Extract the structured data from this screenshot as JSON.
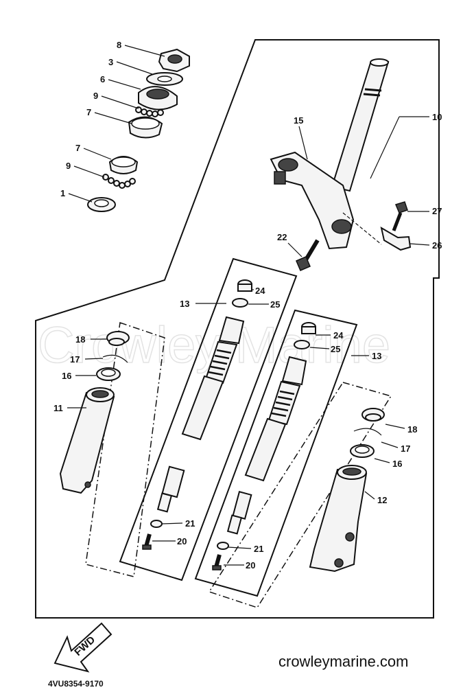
{
  "watermark": "Crowley Marine",
  "drawing_code": "4VU8354-9170",
  "website": "crowleymarine.com",
  "direction_arrow": "FWD",
  "callouts": {
    "c8": "8",
    "c3": "3",
    "c6": "6",
    "c9a": "9",
    "c7a": "7",
    "c7b": "7",
    "c9b": "9",
    "c1": "1",
    "c15": "15",
    "c10": "10",
    "c27": "27",
    "c26": "26",
    "c22": "22",
    "c24a": "24",
    "c25a": "25",
    "c13a": "13",
    "c24b": "24",
    "c25b": "25",
    "c13b": "13",
    "c18a": "18",
    "c17a": "17",
    "c16a": "16",
    "c11": "11",
    "c18b": "18",
    "c17b": "17",
    "c16b": "16",
    "c12": "12",
    "c21a": "21",
    "c20a": "20",
    "c21b": "21",
    "c20b": "20"
  }
}
